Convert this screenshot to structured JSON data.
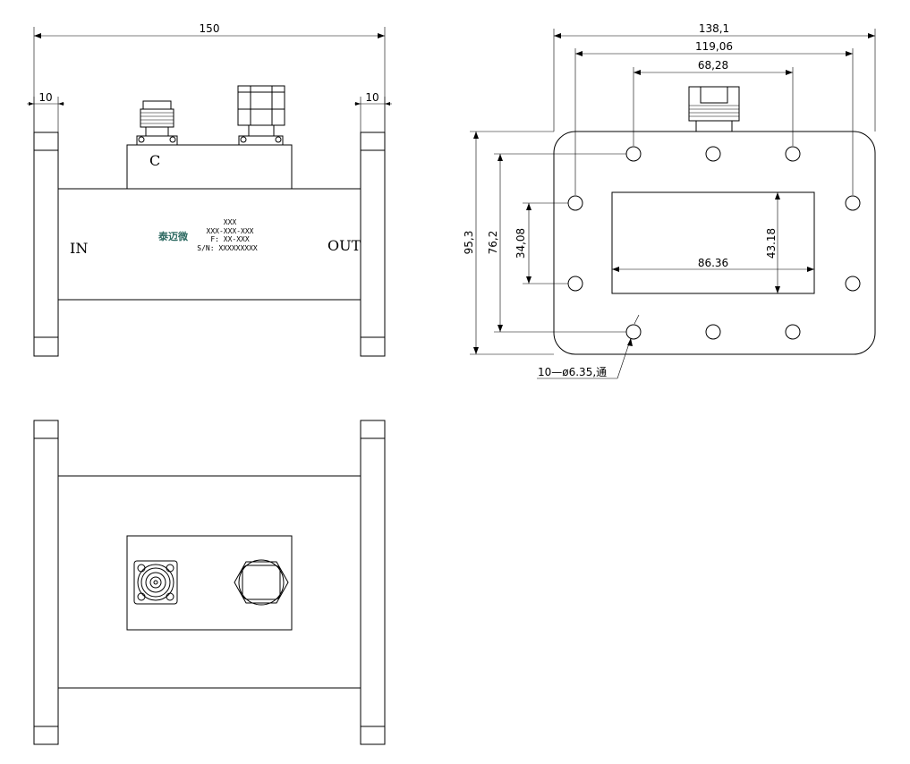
{
  "side_view": {
    "overall_length": "150",
    "flange_thickness_left": "10",
    "flange_thickness_right": "10",
    "port_coupled": "C",
    "port_in": "IN",
    "port_out": "OUT",
    "nameplate": {
      "brand": "泰迈微",
      "line1": "XXX",
      "line2": "XXX-XXX-XXX",
      "line3": "F: XX-XXX",
      "line4": "S/N: XXXXXXXXX"
    }
  },
  "flange_view": {
    "outer_width": "138,1",
    "hole_span_outer": "119,06",
    "hole_span_inner": "68,28",
    "outer_height": "95,3",
    "hole_height_outer": "76,2",
    "hole_height_inner": "34,08",
    "aperture_width": "86.36",
    "aperture_height": "43.18",
    "hole_callout": "10—ø6.35,通"
  },
  "colors": {
    "line": "#000000",
    "logo": "#2f6b63",
    "background": "#ffffff"
  }
}
